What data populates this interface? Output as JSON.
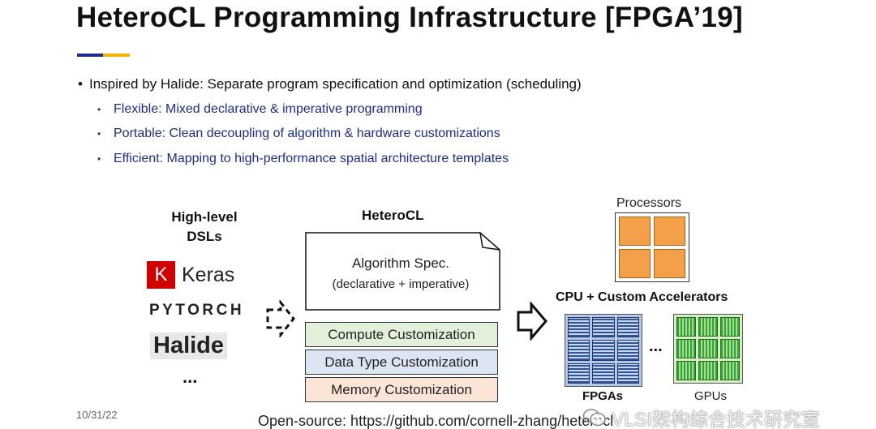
{
  "slide": {
    "title": "HeteroCL Programming Infrastructure [FPGA’19]",
    "accent_colors": [
      "#1f2d8a",
      "#f0b400"
    ],
    "bullet": "Inspired by Halide:  Separate program specification and optimization (scheduling)",
    "sub_bullets": [
      "Flexible: Mixed declarative & imperative programming",
      "Portable: Clean decoupling of algorithm & hardware customizations",
      "Efficient: Mapping to high-performance spatial architecture templates"
    ],
    "bullet_symbol": "•",
    "date": "10/31/22",
    "footer": "Open-source: https://github.com/cornell-zhang/heterocl"
  },
  "diagram": {
    "dsl_title_line1": "High-level",
    "dsl_title_line2": "DSLs",
    "keras_k": "K",
    "keras": "Keras",
    "pytorch": "PYTORCH",
    "halide": "Halide",
    "dsl_ellipsis": "...",
    "heterocl_title": "HeteroCL",
    "algo_line1": "Algorithm Spec.",
    "algo_line2": "(declarative + imperative)",
    "compute": "Compute Customization",
    "datatype": "Data Type Customization",
    "memory": "Memory Customization",
    "processors": "Processors",
    "cpu_accel": "CPU + Custom Accelerators",
    "hw_ellipsis": "...",
    "fpgas": "FPGAs",
    "gpus": "GPUs"
  },
  "watermark": {
    "text": "VLSI架构综合技术研究室",
    "icon": "wechat-icon"
  }
}
